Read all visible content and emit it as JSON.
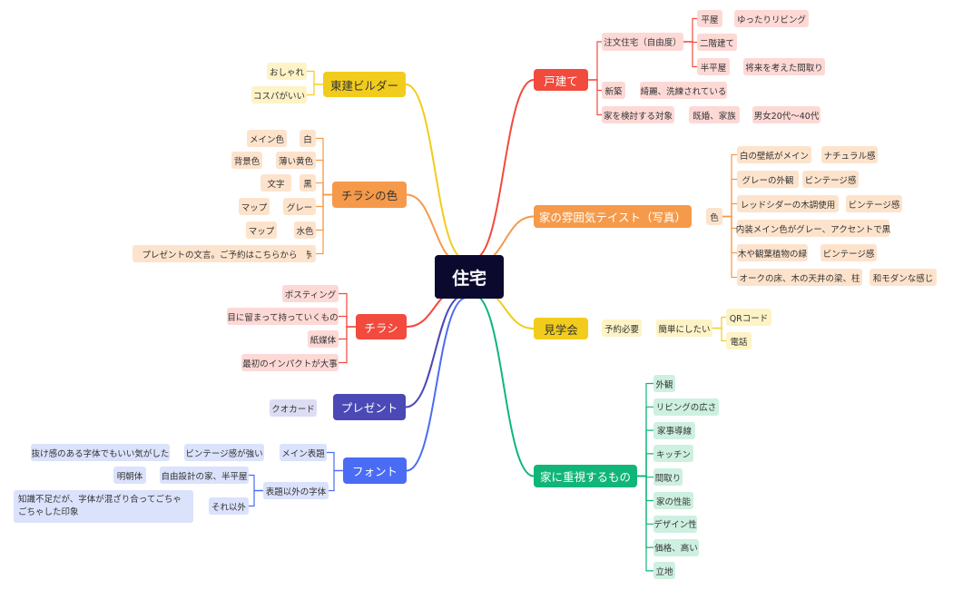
{
  "colors": {
    "root": "#0b0a2e",
    "red": "#f24a3d",
    "red_light": "#fdd9d6",
    "orange": "#f59a4a",
    "orange_light": "#fde3cc",
    "yellow": "#f2cc1c",
    "yellow_light": "#fdf3c6",
    "green": "#0fb678",
    "green_light": "#cdf0e0",
    "indigo": "#4a49b6",
    "indigo_light": "#dcdcf2",
    "blue": "#4a6cf5",
    "blue_light": "#dbe2fb"
  },
  "root": "住宅",
  "right": {
    "kodate": {
      "label": "戸建て",
      "chumon": "注文住宅（自由度）",
      "hiraya": "平屋",
      "yuttari": "ゆったりリビング",
      "nikai": "二階建て",
      "hanhiraya": "半平屋",
      "shorai": "将来を考えた間取り",
      "shinchiku": "新築",
      "kirei": "綺麗、洗練されている",
      "taisho": "家を検討する対象",
      "kikon": "既婚、家族",
      "danjo": "男女20代〜40代"
    },
    "fun": {
      "label": "家の雰囲気テイスト（写真）",
      "iro": "色",
      "items": [
        {
          "text": "白の壁紙がメイン",
          "child": "ナチュラル感"
        },
        {
          "text": "グレーの外観",
          "child": "ビンテージ感"
        },
        {
          "text": "レッドシダーの木調使用",
          "child": "ビンテージ感"
        },
        {
          "text": "内装メイン色がグレー、アクセントで黒",
          "child": ""
        },
        {
          "text": "木や観葉植物の緑",
          "child": "ビンテージ感"
        },
        {
          "text": "オークの床、木の天井の梁、柱",
          "child": "和モダンな感じ"
        }
      ]
    },
    "kengaku": {
      "label": "見学会",
      "yoyaku": "予約必要",
      "kantan": "簡単にしたい",
      "qr": "QRコード",
      "denwa": "電話"
    },
    "juushi": {
      "label": "家に重視するもの",
      "items": [
        "外観",
        "リビングの広さ",
        "家事導線",
        "キッチン",
        "間取り",
        "家の性能",
        "デザイン性",
        "価格、高い",
        "立地"
      ]
    }
  },
  "left": {
    "builder": {
      "label": "東建ビルダー",
      "items": [
        "おしゃれ",
        "コスパがいい"
      ]
    },
    "chirashi_iro": {
      "label": "チラシの色",
      "items": [
        {
          "color": "白",
          "use": "メイン色"
        },
        {
          "color": "薄い黄色",
          "use": "背景色"
        },
        {
          "color": "黒",
          "use": "文字"
        },
        {
          "color": "グレー",
          "use": "マップ"
        },
        {
          "color": "水色",
          "use": "マップ"
        },
        {
          "color": "赤",
          "use": "プレゼントの文言。ご予約はこちらから"
        }
      ]
    },
    "chirashi": {
      "label": "チラシ",
      "items": [
        "ポスティング",
        "目に留まって持っていくもの",
        "紙媒体",
        "最初のインパクトが大事"
      ]
    },
    "present": {
      "label": "プレゼント",
      "item": "クオカード"
    },
    "font": {
      "label": "フォント",
      "main_title": "メイン表題",
      "vintage": "ビンテージ感が強い",
      "nuke": "抜け感のある字体でもいい気がした",
      "other_title": "表題以外の字体",
      "jiyu": "自由設計の家、半平屋",
      "mincho": "明朝体",
      "sore": "それ以外",
      "chishiki": "知識不足だが、字体が混ざり合ってごちゃごちゃした印象"
    }
  }
}
